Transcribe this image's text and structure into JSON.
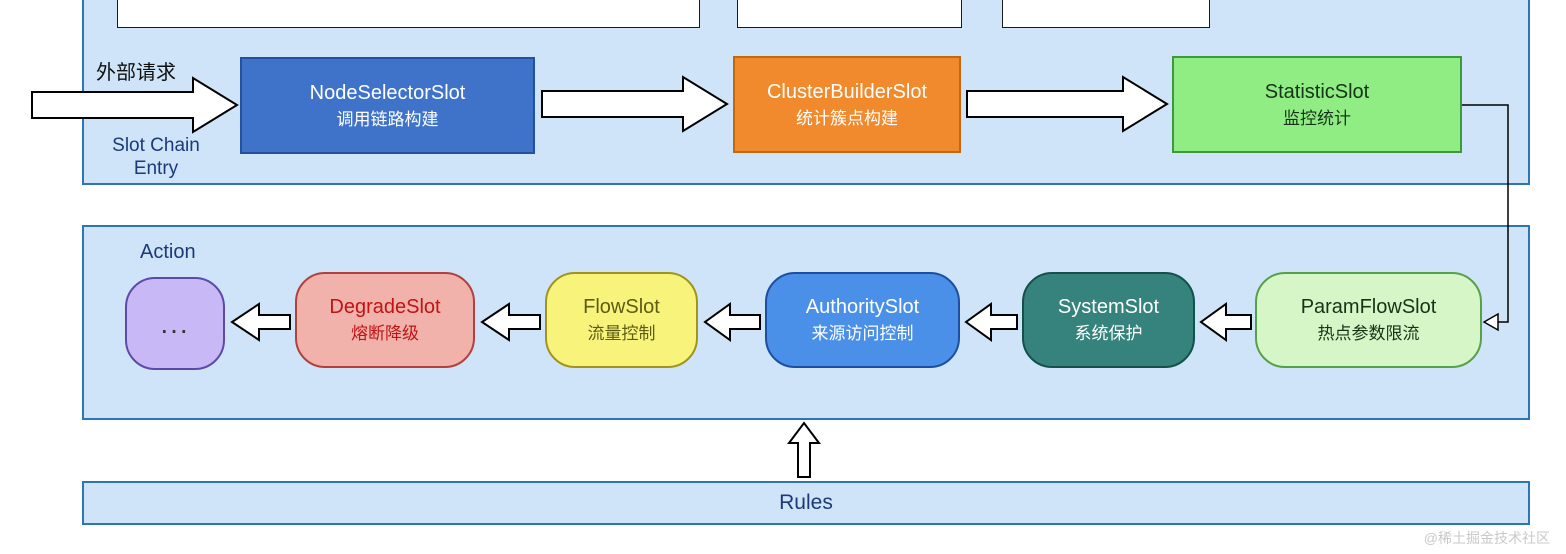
{
  "top_section": {
    "external_request": "外部请求",
    "entry_line1": "Slot Chain",
    "entry_line2": "Entry",
    "slots": [
      {
        "title": "NodeSelectorSlot",
        "subtitle": "调用链路构建"
      },
      {
        "title": "ClusterBuilderSlot",
        "subtitle": "统计簇点构建"
      },
      {
        "title": "StatisticSlot",
        "subtitle": "监控统计"
      }
    ]
  },
  "action_section": {
    "label": "Action",
    "ellipsis": "...",
    "slots": [
      {
        "title": "DegradeSlot",
        "subtitle": "熔断降级"
      },
      {
        "title": "FlowSlot",
        "subtitle": "流量控制"
      },
      {
        "title": "AuthoritySlot",
        "subtitle": "来源访问控制"
      },
      {
        "title": "SystemSlot",
        "subtitle": "系统保护"
      },
      {
        "title": "ParamFlowSlot",
        "subtitle": "热点参数限流"
      }
    ]
  },
  "rules_section": {
    "label": "Rules"
  },
  "watermark": "@稀土掘金技术社区",
  "colors": {
    "panel_fill": "#cfe4f8",
    "panel_border": "#2e75b6",
    "node_selector_fill": "#3f73ca",
    "cluster_builder_fill": "#f08a2c",
    "statistic_fill": "#90ed84",
    "ellipsis_fill": "#c8b9f6",
    "degrade_fill": "#f1b2ac",
    "degrade_text": "#c01414",
    "flow_fill": "#f8f37b",
    "authority_fill": "#4a90e8",
    "system_fill": "#35837c",
    "param_flow_fill": "#d6f6c8",
    "label_blue": "#1b3a78",
    "arrow_fill": "#ffffff",
    "arrow_stroke": "#000000"
  }
}
